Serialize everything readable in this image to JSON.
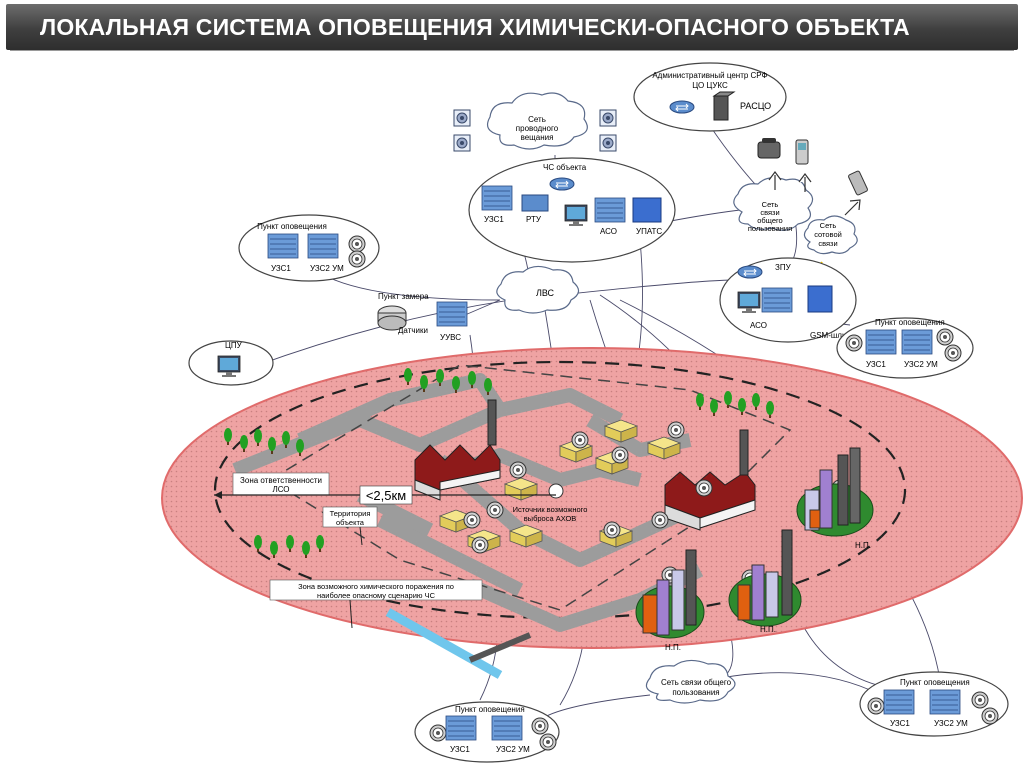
{
  "title": "ЛОКАЛЬНАЯ СИСТЕМА ОПОВЕЩЕНИЯ ХИМИЧЕСКИ-ОПАСНОГО ОБЪЕКТА",
  "colors": {
    "title_bg": "#3f3f3f",
    "zone_fill": "#f2a9a9",
    "zone_stroke": "#e06b6b",
    "road": "#9c9c9c",
    "cloud_stroke": "#5a6a8a",
    "device_blue": "#5b8ccc",
    "tree": "#22a022",
    "roof": "#8e1a1a",
    "river": "#6fc6ec"
  },
  "nodes": {
    "admin_center": {
      "line1": "Административный центр СРФ",
      "line2": "ЦО ЦУКС",
      "rasco": "РАСЦО"
    },
    "wired_net": {
      "line1": "Сеть",
      "line2": "проводного",
      "line3": "вещания"
    },
    "object_cs": {
      "title": "ЧС объекта",
      "uzs1": "УЗС1",
      "rtu": "РТУ",
      "aso": "АСО",
      "upats": "УПАТС"
    },
    "public_net_top": {
      "line1": "Сеть",
      "line2": "связи",
      "line3": "общего",
      "line4": "пользования"
    },
    "cellular_net": {
      "line1": "Сеть",
      "line2": "сотовой",
      "line3": "связи"
    },
    "notif_left": {
      "title": "Пункт оповещения",
      "uzs1": "УЗС1",
      "uzs2um": "УЗС2 УМ"
    },
    "lvs": {
      "label": "ЛВС"
    },
    "measure_point": {
      "title": "Пункт замера",
      "sensors": "Датчики",
      "uuvs": "УУВС"
    },
    "cpu": {
      "label": "ЦПУ"
    },
    "zpu": {
      "title": "ЗПУ",
      "aso": "АСО",
      "gsm": "GSM-шлюз"
    },
    "notif_right": {
      "title": "Пункт оповещения",
      "uzs1": "УЗС1",
      "uzs2um": "УЗС2 УМ"
    },
    "notif_bottom_right": {
      "title": "Пункт оповещения",
      "uzs1": "УЗС1",
      "uzs2um": "УЗС2 УМ"
    },
    "notif_bottom": {
      "title": "Пункт оповещения",
      "uzs1": "УЗС1",
      "uzs2um": "УЗС2 УМ"
    },
    "public_net_bottom": {
      "line1": "Сеть связи общего",
      "line2": "пользования"
    }
  },
  "labels": {
    "lso_zone": {
      "line1": "Зона ответственности",
      "line2": "ЛСО"
    },
    "distance": "<2,5км",
    "territory": {
      "line1": "Территория",
      "line2": "объекта"
    },
    "hazard_zone": {
      "line1": "Зона возможного химического поражения по",
      "line2": "наиболее опасному сценарию ЧС"
    },
    "source": {
      "line1": "Источник возможного",
      "line2": "выброса АХОВ"
    },
    "settlement_1": "Н.П.",
    "settlement_2": "Н.П.",
    "settlement_3": "Н.П."
  }
}
